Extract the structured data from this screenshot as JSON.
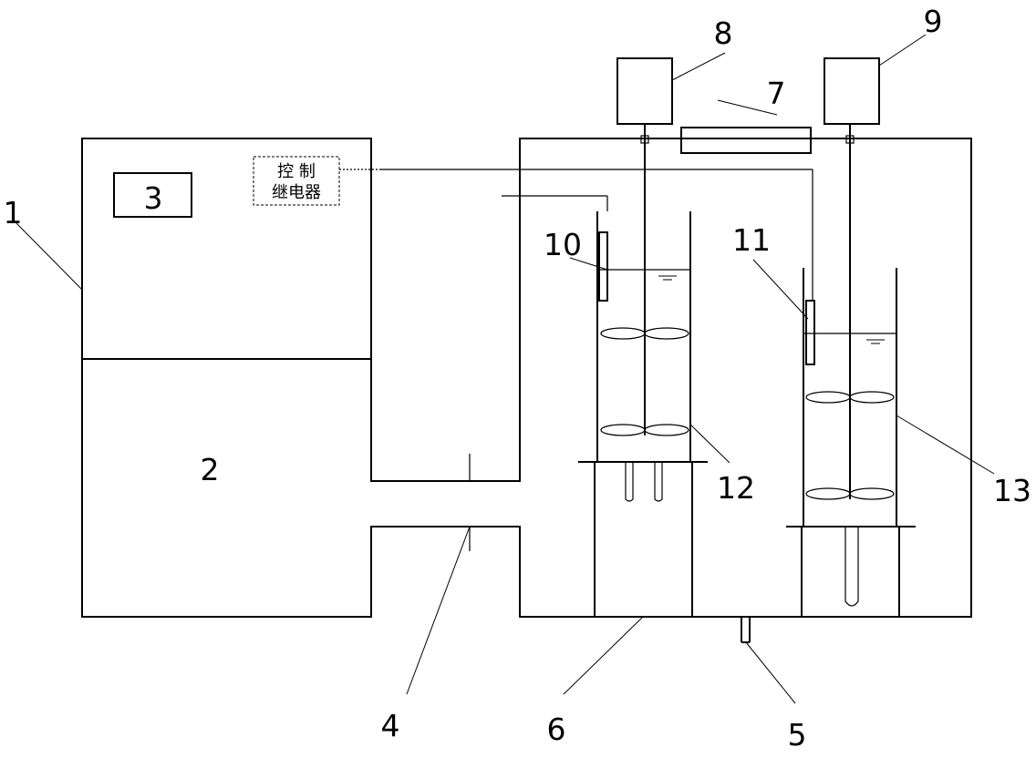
{
  "labels": {
    "l1": "1",
    "l2": "2",
    "l3": "3",
    "l4": "4",
    "l5": "5",
    "l6": "6",
    "l7": "7",
    "l8": "8",
    "l9": "9",
    "l10": "10",
    "l11": "11",
    "l12": "12",
    "l13": "13"
  },
  "relay": {
    "line1": "控  制",
    "line2": "继电器"
  }
}
